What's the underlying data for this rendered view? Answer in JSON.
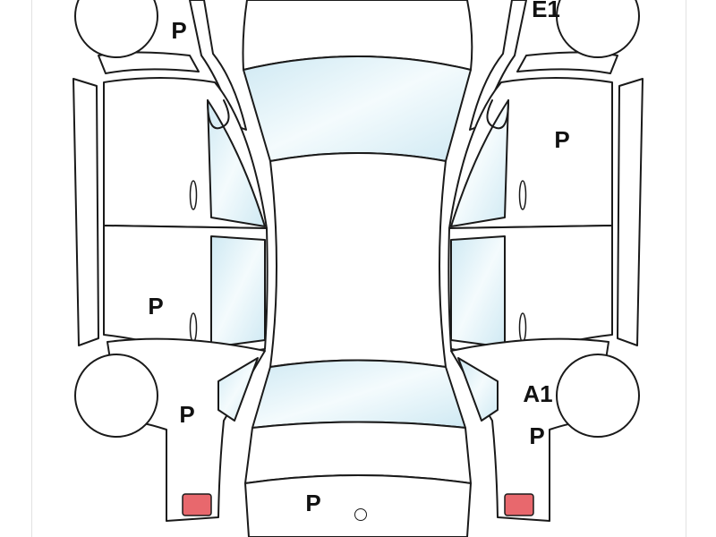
{
  "diagram": {
    "colors": {
      "outline": "#1a1a1a",
      "glass_light": "#f4fbfd",
      "glass_tint": "#cfe9f3",
      "tail_lamp": "#e8686d",
      "body": "#ffffff"
    },
    "damage_codes": [
      {
        "id": "front-left-wheel",
        "code": "P"
      },
      {
        "id": "front-right-corner",
        "code": "E1"
      },
      {
        "id": "front-right-door",
        "code": "P"
      },
      {
        "id": "rear-left-door",
        "code": "P"
      },
      {
        "id": "rear-left-quarter",
        "code": "P"
      },
      {
        "id": "rear-right-quarter-a",
        "code": "A1"
      },
      {
        "id": "rear-right-quarter-b",
        "code": "P"
      },
      {
        "id": "trunk",
        "code": "P"
      }
    ]
  }
}
